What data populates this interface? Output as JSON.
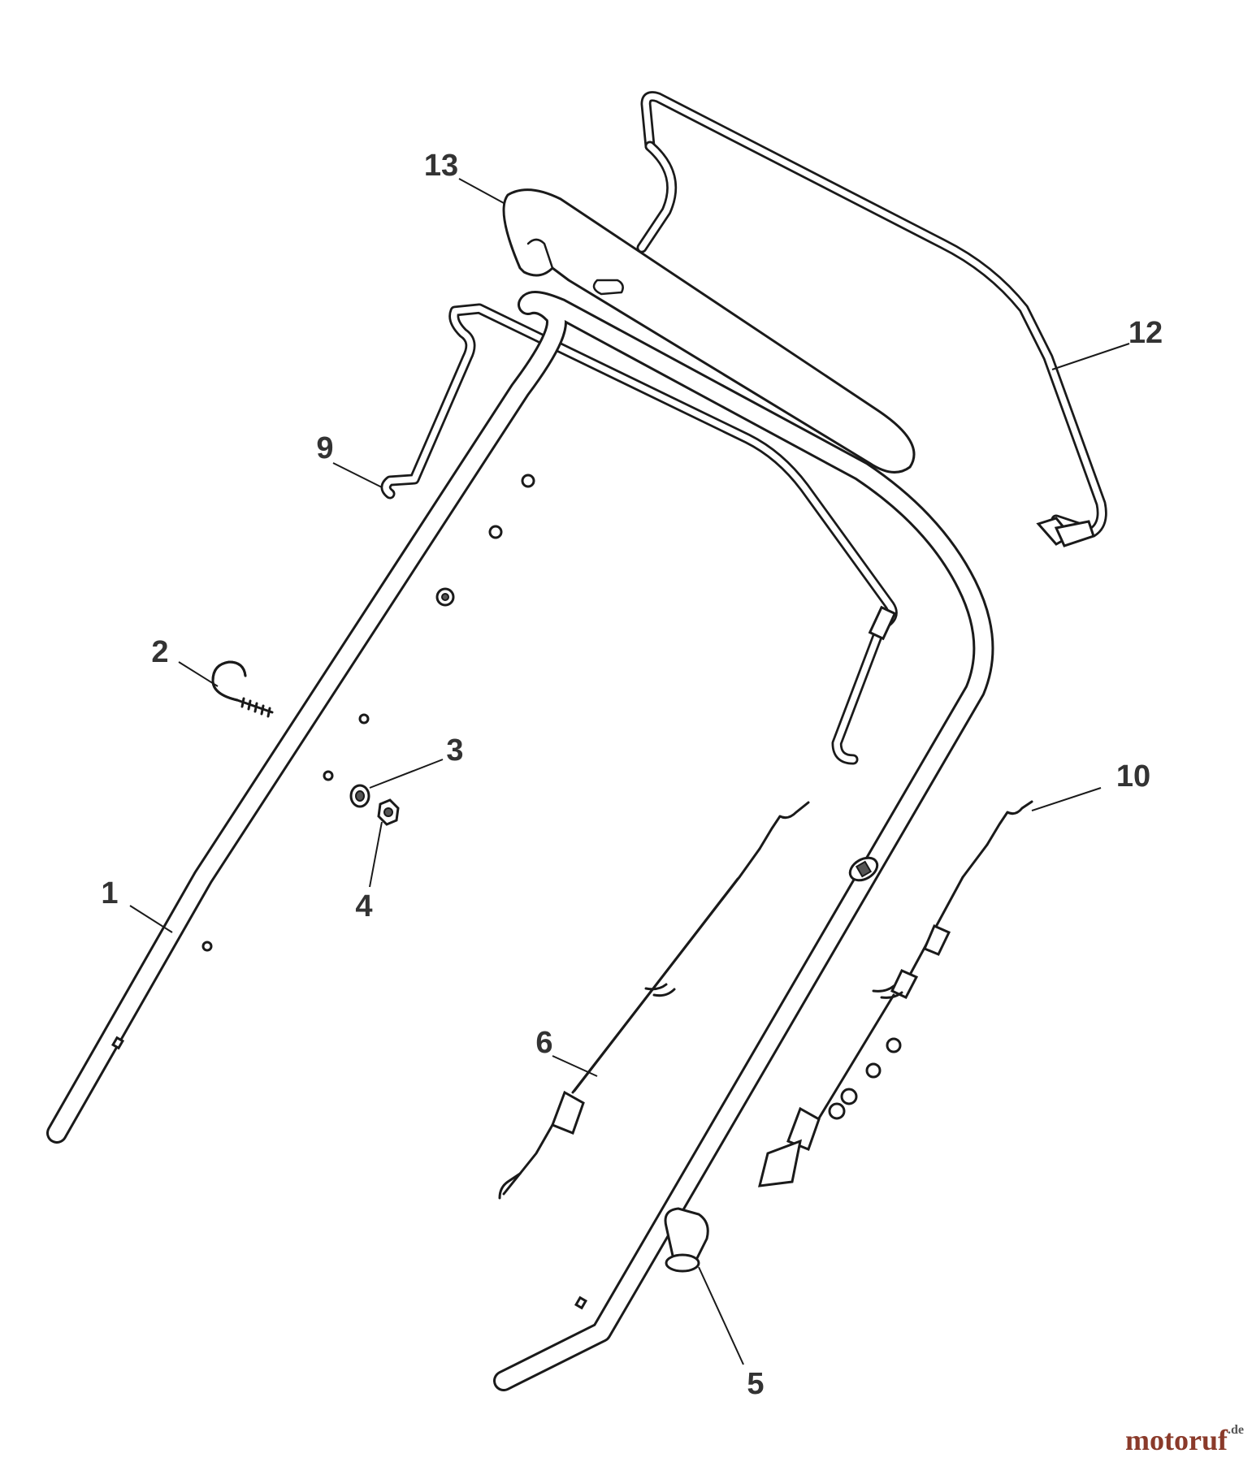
{
  "callouts": {
    "c1": "1",
    "c2": "2",
    "c3": "3",
    "c4": "4",
    "c5": "5",
    "c6": "6",
    "c9": "9",
    "c10": "10",
    "c12": "12",
    "c13": "13"
  },
  "watermark": {
    "brand": "motoruf",
    "tld": ".de"
  },
  "colors": {
    "line": "#1a1a1a",
    "label": "#333333",
    "watermark": "#8a3a2a"
  }
}
